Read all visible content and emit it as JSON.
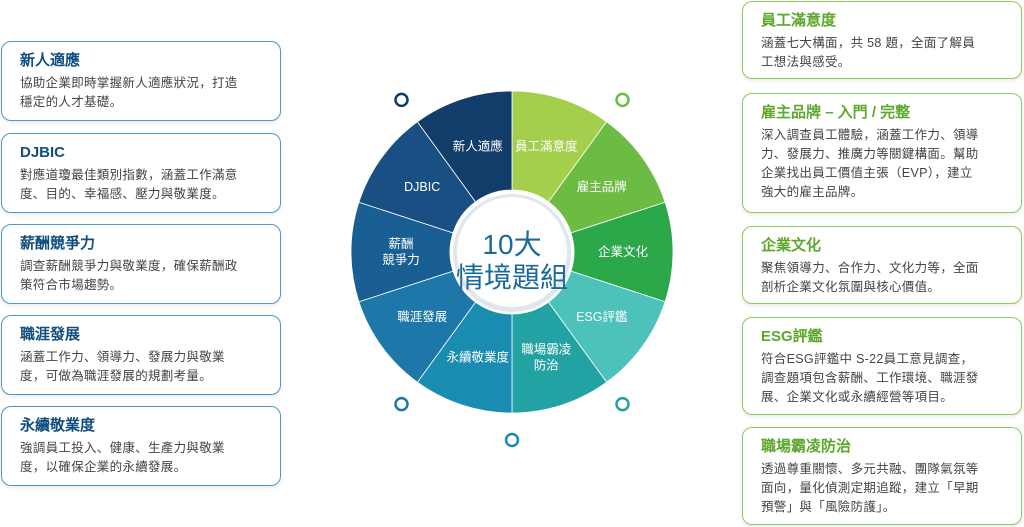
{
  "center": {
    "line1": "10大",
    "line2": "情境題組"
  },
  "colors": {
    "left_border": "#4f97c7",
    "right_border": "#8ccb5a",
    "right_title": "#5da82c",
    "left_title": "#124e7d"
  },
  "segments": [
    {
      "lines": [
        "員工滿意度"
      ],
      "color": "#a4cf4c"
    },
    {
      "lines": [
        "雇主品牌"
      ],
      "color": "#6cbc44"
    },
    {
      "lines": [
        "企業文化"
      ],
      "color": "#2ba84a"
    },
    {
      "lines": [
        "ESG評鑑"
      ],
      "color": "#4dc2bb"
    },
    {
      "lines": [
        "職場霸凌",
        "防治"
      ],
      "color": "#23a2a3"
    },
    {
      "lines": [
        "永續敬業度"
      ],
      "color": "#1a8cb2"
    },
    {
      "lines": [
        "職涯發展"
      ],
      "color": "#1d77a8"
    },
    {
      "lines": [
        "薪酬",
        "競爭力"
      ],
      "color": "#1a5f93"
    },
    {
      "lines": [
        "DJBIC"
      ],
      "color": "#194f82"
    },
    {
      "lines": [
        "新人適應"
      ],
      "color": "#123d6a"
    }
  ],
  "dot_colors": [
    "#94c84c",
    "#6cbc44",
    "#5cb86a",
    "#4dc2bb",
    "#23a2a3",
    "#1a8cb2",
    "#1d77a8",
    "#1a5f93",
    "#194f82",
    "#123d6a"
  ],
  "left_cards": [
    {
      "title": "新人適應",
      "lines": [
        "協助企業即時掌握新人適應狀況，打造",
        "穩定的人才基礎。"
      ]
    },
    {
      "title": "DJBIC",
      "lines": [
        "對應道瓊最佳類別指數，涵蓋工作滿意",
        "度、目的、幸福感、壓力與敬業度。"
      ]
    },
    {
      "title": "薪酬競爭力",
      "lines": [
        "調查薪酬競爭力與敬業度，確保薪酬政",
        "策符合市場趨勢。"
      ]
    },
    {
      "title": "職涯發展",
      "lines": [
        "涵蓋工作力、領導力、發展力與敬業",
        "度，可做為職涯發展的規劃考量。"
      ]
    },
    {
      "title": "永續敬業度",
      "lines": [
        "強調員工投入、健康、生產力與敬業",
        "度，以確保企業的永續發展。"
      ]
    }
  ],
  "right_cards": [
    {
      "title": "員工滿意度",
      "lines": [
        "涵蓋七大構面，共 58 題，全面了解員",
        "工想法與感受。"
      ]
    },
    {
      "title": "雇主品牌 – 入門 / 完整",
      "lines": [
        "深入調查員工體驗，涵蓋工作力、領導",
        "力、發展力、推廣力等關鍵構面。幫助",
        "企業找出員工價值主張（EVP），建立",
        "強大的雇主品牌。"
      ]
    },
    {
      "title": "企業文化",
      "lines": [
        "聚焦領導力、合作力、文化力等，全面",
        "剖析企業文化氛圍與核心價值。"
      ]
    },
    {
      "title": "ESG評鑑",
      "lines": [
        "符合ESG評鑑中 S-22員工意見調查，",
        "調查題項包含薪酬、工作環境、職涯發",
        "展、企業文化或永續經營等項目。"
      ]
    },
    {
      "title": "職場霸凌防治",
      "lines": [
        "透過尊重關懷、多元共融、團隊氣氛等",
        "面向，量化偵測定期追蹤，建立「早期",
        "預警」與「風險防護」。"
      ]
    }
  ]
}
